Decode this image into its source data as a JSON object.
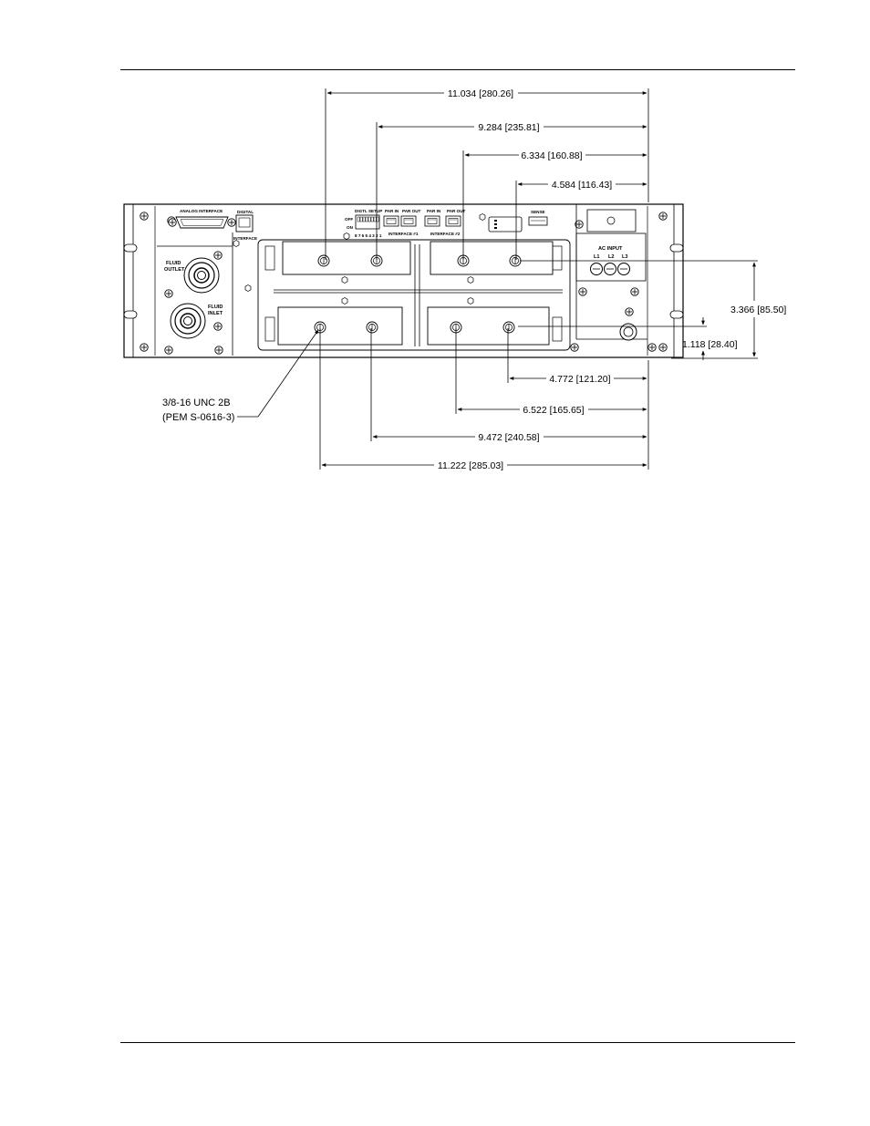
{
  "dimensions_horizontal_top": [
    {
      "label": "11.034 [280.26]"
    },
    {
      "label": "9.284 [235.81]"
    },
    {
      "label": "6.334 [160.88]"
    },
    {
      "label": "4.584 [116.43]"
    }
  ],
  "dimensions_horizontal_bottom": [
    {
      "label": "4.772 [121.20]"
    },
    {
      "label": "6.522 [165.65]"
    },
    {
      "label": "9.472 [240.58]"
    },
    {
      "label": "11.222 [285.03]"
    }
  ],
  "dimensions_vertical": [
    {
      "label": "3.366 [85.50]"
    },
    {
      "label": "1.118 [28.40]"
    }
  ],
  "callout": {
    "line1": "3/8-16 UNC 2B",
    "line2": "(PEM S-0616-3)"
  },
  "panel_labels": {
    "analog_interface": "ANALOG INTERFACE",
    "digital": "DIGITAL",
    "interface": "INTERFACE",
    "fluid_outlet_1": "FLUID",
    "fluid_outlet_2": "OUTLET",
    "fluid_inlet_1": "FLUID",
    "fluid_inlet_2": "INLET",
    "digtl_setup": "DIGTL SETUP",
    "off": "OFF",
    "on": "ON",
    "switch_numbers": "8 7 6 5 4 3 2 1",
    "par_in_1": "PAR IN",
    "par_out_1": "PAR OUT",
    "par_in_2": "PAR IN",
    "par_out_2": "PAR OUT",
    "interface_1": "INTERFACE #1",
    "interface_2": "INTERFACE #2",
    "sense": "SENSE",
    "ac_input": "AC INPUT",
    "l1": "L1",
    "l2": "L2",
    "l3": "L3"
  }
}
